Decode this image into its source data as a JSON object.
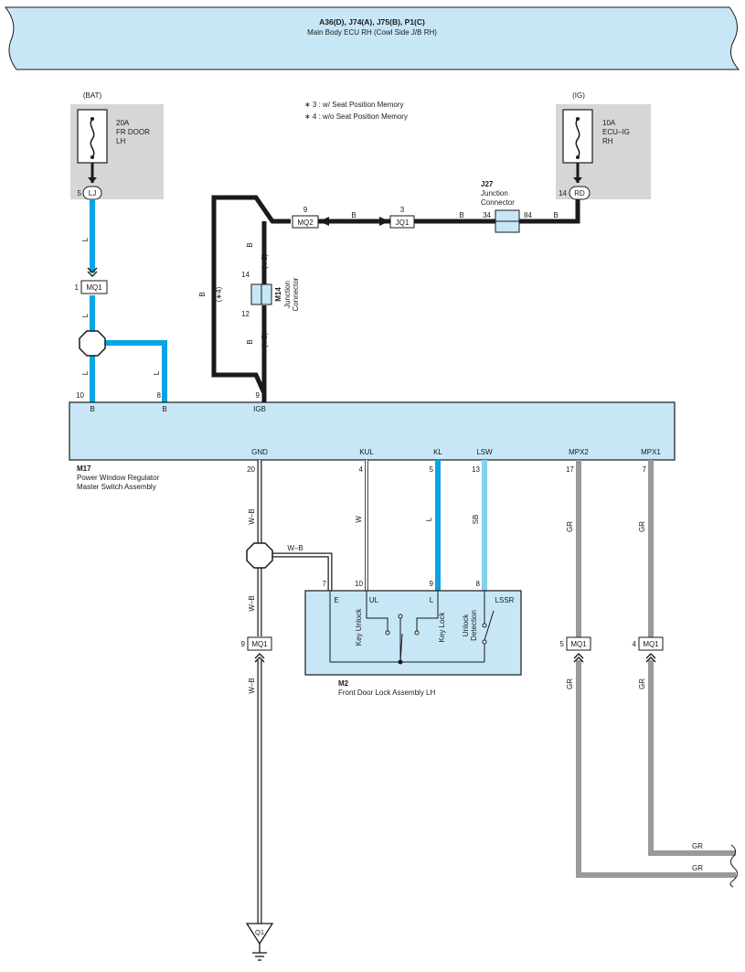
{
  "header": {
    "title": "A36(D), J74(A), J75(B), P1(C)",
    "subtitle": "Main Body ECU RH (Cowl Side J/B RH)"
  },
  "notes": [
    "∗ 3 : w/ Seat Position Memory",
    "∗ 4 : w/o Seat Position Memory"
  ],
  "colors": {
    "header_fill": "#c7e7f7",
    "fuse_bg": "#d6d6d6",
    "wire_blue": "#0aa4e4",
    "wire_lightblue": "#85d1f0",
    "wire_black": "#1a1a1a",
    "wire_gray": "#999999",
    "component_fill": "#c7e7f7"
  },
  "fuses": {
    "bat": {
      "source": "(BAT)",
      "rating": "20A",
      "name1": "FR DOOR",
      "name2": "LH",
      "pin": "5",
      "connector": "LJ"
    },
    "ig": {
      "source": "(IG)",
      "rating": "10A",
      "name1": "ECU–IG",
      "name2": "RH",
      "pin": "14",
      "connector": "RD"
    }
  },
  "connectors": {
    "mq1_top": {
      "pin": "1",
      "label": "MQ1"
    },
    "mq2": {
      "pin": "9",
      "label": "MQ2"
    },
    "jq1": {
      "pin": "3",
      "label": "JQ1"
    },
    "j27": {
      "id": "J27",
      "name1": "Junction",
      "name2": "Connector",
      "pin_left": "34",
      "pin_right": "84"
    },
    "m14": {
      "id": "M14",
      "name1": "Junction",
      "name2": "Connector",
      "pin_top": "14",
      "pin_bottom": "12"
    },
    "mq1_gnd": {
      "pin": "9",
      "label": "MQ1"
    },
    "mq1_mpx2": {
      "pin": "5",
      "label": "MQ1"
    },
    "mq1_mpx1": {
      "pin": "4",
      "label": "MQ1"
    },
    "ground": {
      "label": "Q1"
    }
  },
  "wire_labels": {
    "L": "L",
    "B": "B",
    "WB": "W–B",
    "W": "W",
    "SB": "SB",
    "GR": "GR",
    "star3": "(∗3)",
    "star4": "(∗4)"
  },
  "m17": {
    "id": "M17",
    "name1": "Power Window Regulator",
    "name2": "Master Switch Assembly",
    "top_terminals": [
      {
        "name": "B",
        "pin": "10"
      },
      {
        "name": "B",
        "pin": "8"
      },
      {
        "name": "IGB",
        "pin": "9"
      }
    ],
    "bottom_terminals": [
      {
        "name": "GND",
        "pin": "20"
      },
      {
        "name": "KUL",
        "pin": "4"
      },
      {
        "name": "KL",
        "pin": "5"
      },
      {
        "name": "LSW",
        "pin": "13"
      },
      {
        "name": "MPX2",
        "pin": "17"
      },
      {
        "name": "MPX1",
        "pin": "7"
      }
    ]
  },
  "m2": {
    "id": "M2",
    "name": "Front Door Lock Assembly LH",
    "terminals": [
      {
        "name": "E",
        "pin": "7"
      },
      {
        "name": "UL",
        "pin": "10"
      },
      {
        "name": "L",
        "pin": "9"
      },
      {
        "name": "LSSR",
        "pin": "8"
      }
    ],
    "switches": [
      "Key Unlock",
      "Key Lock",
      "Unlock",
      "Detection"
    ]
  }
}
